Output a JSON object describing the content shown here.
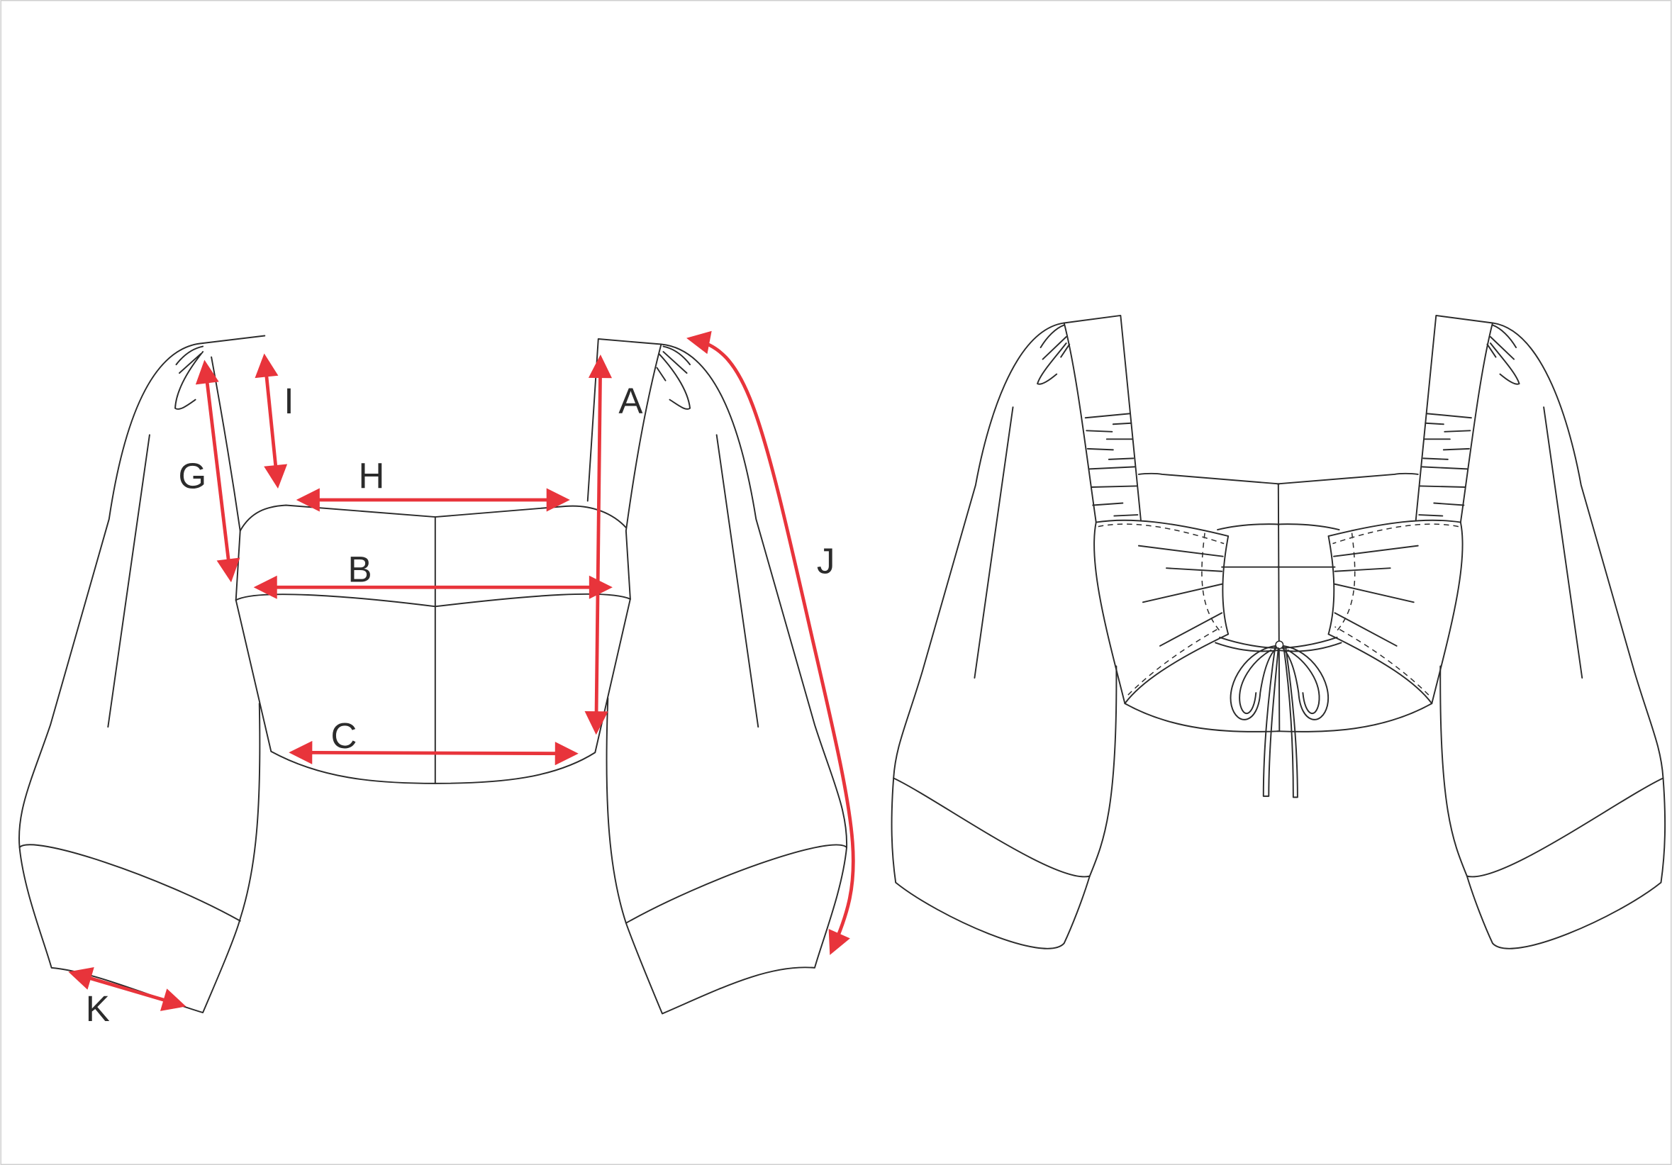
{
  "diagram": {
    "measure_color": "#e8343b",
    "outline_color": "#2b2b2b",
    "views": [
      "front",
      "back"
    ],
    "labels": {
      "A": "A",
      "B": "B",
      "C": "C",
      "G": "G",
      "H": "H",
      "I": "I",
      "J": "J",
      "K": "K"
    }
  }
}
